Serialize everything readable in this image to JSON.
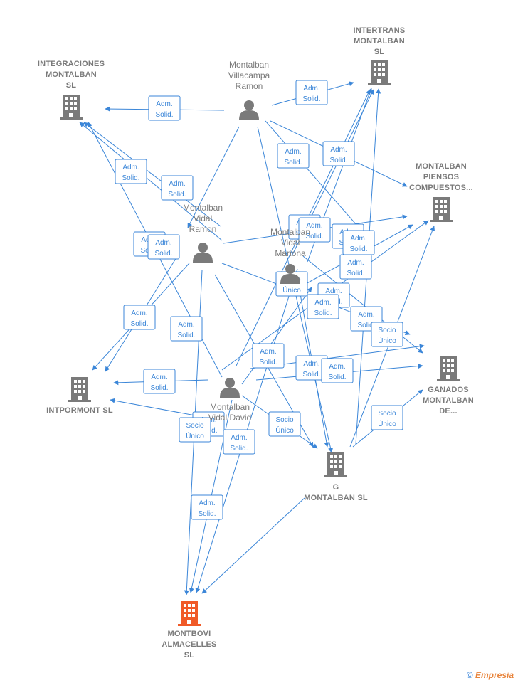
{
  "colors": {
    "edge": "#3b86d8",
    "node_icon": "#7a7a7a",
    "target_icon": "#f05a28"
  },
  "nodes": [
    {
      "id": "intertrans",
      "type": "company",
      "icon": "building-icon",
      "lines": [
        "INTERTRANS",
        "MONTALBAN",
        "SL"
      ]
    },
    {
      "id": "integraciones",
      "type": "company",
      "icon": "building-icon",
      "lines": [
        "INTEGRACIONES",
        "MONTALBAN",
        "SL"
      ]
    },
    {
      "id": "villacampa",
      "type": "person",
      "icon": "person-icon",
      "lines": [
        "Montalban",
        "Villacampa",
        "Ramon"
      ]
    },
    {
      "id": "piensos",
      "type": "company",
      "icon": "building-icon",
      "lines": [
        "MONTALBAN",
        "PIENSOS",
        "COMPUESTOS..."
      ]
    },
    {
      "id": "vidal_ramon",
      "type": "person",
      "icon": "person-icon",
      "lines": [
        "Montalban",
        "Vidal",
        "Ramon"
      ]
    },
    {
      "id": "vidal_mariona",
      "type": "person",
      "icon": "person-icon",
      "lines": [
        "Montalban",
        "Vidal",
        "Mariona"
      ]
    },
    {
      "id": "ganados",
      "type": "company",
      "icon": "building-icon",
      "lines": [
        "GANADOS",
        "MONTALBAN",
        "DE..."
      ]
    },
    {
      "id": "intpormont",
      "type": "company",
      "icon": "building-icon",
      "lines": [
        "INTPORMONT SL"
      ]
    },
    {
      "id": "david",
      "type": "person",
      "icon": "person-icon",
      "lines": [
        "Montalban",
        "Vidal David"
      ]
    },
    {
      "id": "g_montalban",
      "type": "company",
      "icon": "building-icon",
      "lines": [
        "G",
        "MONTALBAN SL"
      ]
    },
    {
      "id": "montbovi",
      "type": "target",
      "icon": "building-icon",
      "lines": [
        "MONTBOVI",
        "ALMACELLES",
        "SL"
      ]
    }
  ],
  "edge_labels": [
    {
      "lines": [
        "Adm.",
        "Solid."
      ]
    },
    {
      "lines": [
        "Adm.",
        "Solid."
      ]
    },
    {
      "lines": [
        "Adm.",
        "Solid."
      ]
    },
    {
      "lines": [
        "Adm.",
        "Solid."
      ]
    },
    {
      "lines": [
        "Adm.",
        "Solid."
      ]
    },
    {
      "lines": [
        "Adm.",
        "Solid."
      ]
    },
    {
      "lines": [
        "Adm.",
        "Solid."
      ]
    },
    {
      "lines": [
        "Adm.",
        "Solid."
      ]
    },
    {
      "lines": [
        "Adm.",
        "Solid."
      ]
    },
    {
      "lines": [
        "Adm.",
        "Solid."
      ]
    },
    {
      "lines": [
        "Adm.",
        "Solid."
      ]
    },
    {
      "lines": [
        "Adm.",
        "Solid."
      ]
    },
    {
      "lines": [
        "Adm.",
        "Solid."
      ]
    },
    {
      "lines": [
        "Socio",
        "Único"
      ]
    },
    {
      "lines": [
        "Adm.",
        "Solid."
      ]
    },
    {
      "lines": [
        "Adm.",
        "Solid."
      ]
    },
    {
      "lines": [
        "Adm.",
        "Solid."
      ]
    },
    {
      "lines": [
        "Adm.",
        "Solid."
      ]
    },
    {
      "lines": [
        "Adm.",
        "Solid."
      ]
    },
    {
      "lines": [
        "Socio",
        "Único"
      ]
    },
    {
      "lines": [
        "Adm.",
        "Solid."
      ]
    },
    {
      "lines": [
        "Adm.",
        "Solid."
      ]
    },
    {
      "lines": [
        "Adm.",
        "Solid."
      ]
    },
    {
      "lines": [
        "Adm.",
        "Solid."
      ]
    },
    {
      "lines": [
        "Adm.",
        "Solid."
      ]
    },
    {
      "lines": [
        "Socio",
        "Único"
      ]
    },
    {
      "lines": [
        "Adm.",
        "Solid."
      ]
    },
    {
      "lines": [
        "Socio",
        "Único"
      ]
    },
    {
      "lines": [
        "Adm.",
        "Solid."
      ]
    },
    {
      "lines": [
        "Socio",
        "Único"
      ]
    }
  ],
  "brand": {
    "copyright": "©",
    "name": "Empresia"
  }
}
